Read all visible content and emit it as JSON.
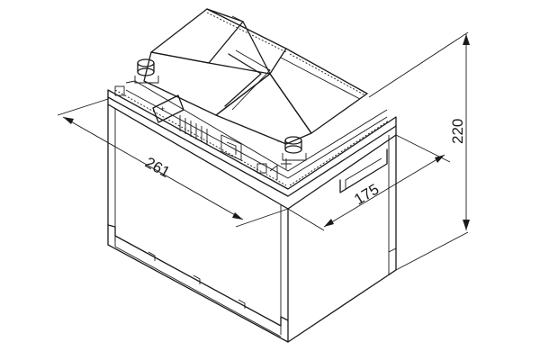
{
  "dimensions": {
    "length": "261",
    "width": "175",
    "height": "220"
  },
  "terminals": {
    "positive_symbol": "+",
    "negative_symbol": "−"
  },
  "colors": {
    "line": "#1a1a1a",
    "background": "#ffffff"
  }
}
